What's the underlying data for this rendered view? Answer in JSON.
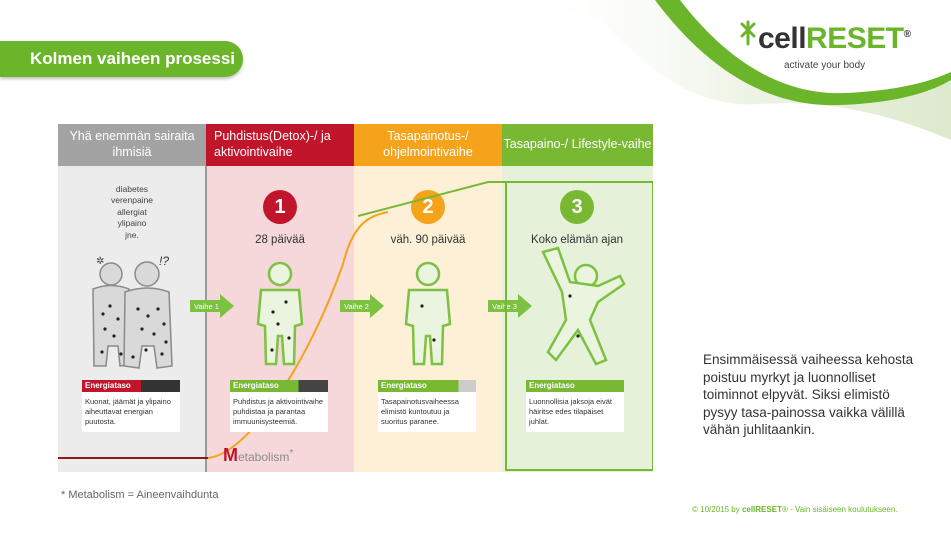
{
  "header": {
    "title": "Kolmen vaiheen prosessi"
  },
  "logo": {
    "brand_prefix": "cell",
    "brand_suffix": "RESET",
    "registered": "®",
    "tagline": "activate your body"
  },
  "columns": [
    {
      "heading": "Yhä enemmän sairaita ihmisiä"
    },
    {
      "heading": "Puhdistus(Detox)-/ ja aktivointivaihe",
      "number": "1",
      "duration": "28 päivää"
    },
    {
      "heading": "Tasapainotus-/ ohjelmointivaihe",
      "number": "2",
      "duration": "väh. 90 päivää"
    },
    {
      "heading": "Tasapaino-/ Lifestyle-vaihe",
      "number": "3",
      "duration": "Koko elämän ajan"
    }
  ],
  "conditions": [
    "diabetes",
    "verenpaine",
    "allergiat",
    "ylipaino",
    "jne."
  ],
  "sick_marks": {
    "exclaim": "!?"
  },
  "energy": [
    {
      "label": "Energiataso",
      "text": "Kuonat, jäämät ja ylipaino aiheuttavat energian puutosta."
    },
    {
      "label": "Energiataso",
      "text": "Puhdistus ja aktivointivaihe puhdistaa ja parantaa immuunisysteemiä."
    },
    {
      "label": "Energiataso",
      "text": "Tasapainotusvaiheessa elimistö kuntoutuu ja suoritus paranee."
    },
    {
      "label": "Energiataso",
      "text": "Luonnollisia jaksoja eivät häiritse edes tilapäiset juhlat."
    }
  ],
  "phases": [
    "Vaihe 1",
    "Vaihe 2",
    "Vaihe 3"
  ],
  "metabolism": {
    "m": "M",
    "rest": "etabolism",
    "star": "*"
  },
  "footnote": "* Metabolism = Aineenvaihdunta",
  "side_text": "Ensimmäisessä vaiheessa kehosta poistuu myrkyt ja luonnolliset toiminnot elpyvät. Siksi elimistö pysyy tasa-painossa vaikka välillä vähän juhlitaankin.",
  "copyright": {
    "prefix": "© 10/2015 by ",
    "brand": "cellRESET",
    "suffix": "® - Vain sisäiseen koulutukseen."
  },
  "colors": {
    "green": "#6bb52b",
    "red": "#c0152b",
    "orange": "#f4a31b",
    "grey": "#a3a3a3"
  }
}
